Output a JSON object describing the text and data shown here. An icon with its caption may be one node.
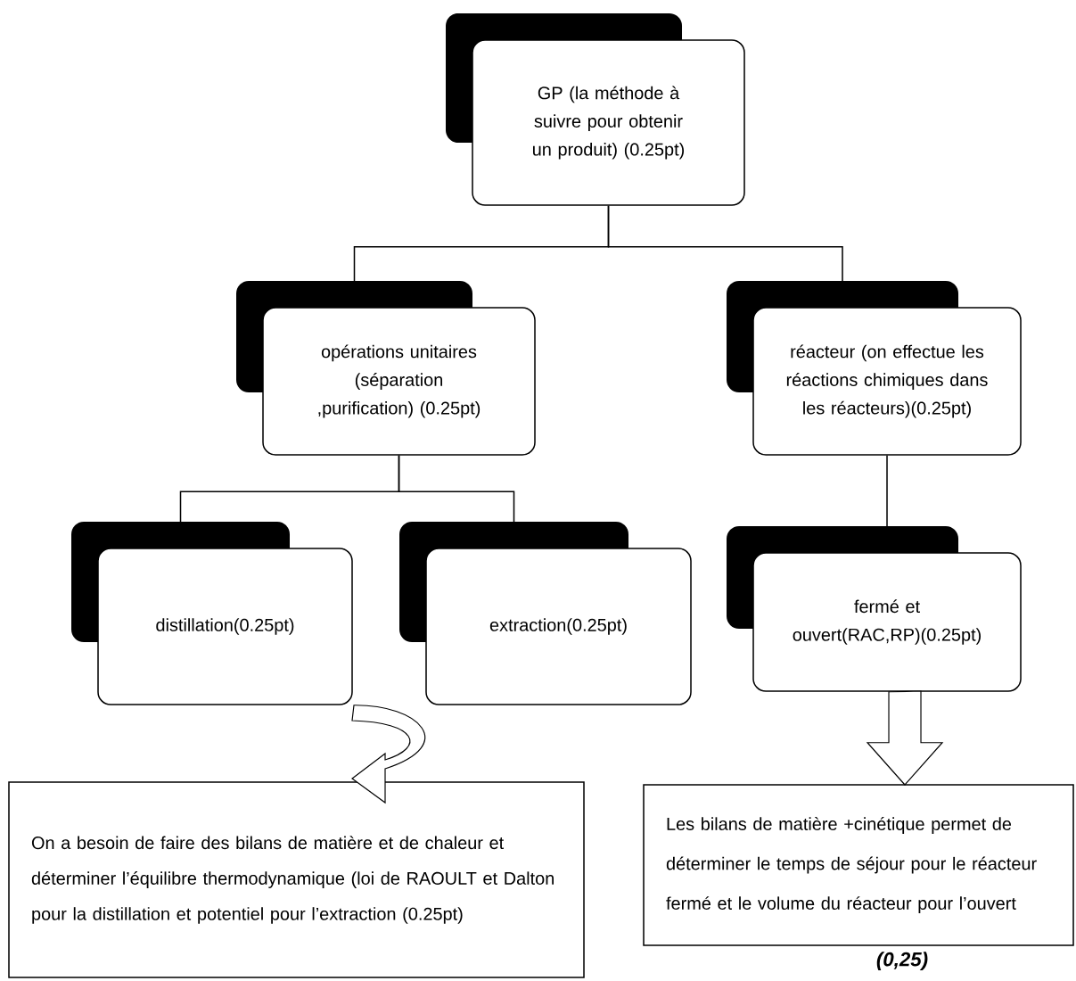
{
  "diagram": {
    "nodes": [
      {
        "text": [
          "GP (la méthode à suivre pour obtenir un produit) (0.25pt)"
        ]
      },
      {
        "text": [
          "opérations unitaires (séparation ,purification) (0.25pt)"
        ]
      },
      {
        "text": [
          "réacteur (on effectue les réactions chimiques dans les réacteurs)(0.25pt)"
        ]
      },
      {
        "text": [
          "distillation(0.25pt)"
        ]
      },
      {
        "text": [
          "extraction(0.25pt)"
        ]
      },
      {
        "text": [
          "fermé et ouvert(RAC,RP)(0.25pt)"
        ]
      },
      {
        "text": [
          "On a  besoin de faire des bilans de matière et de chaleur et déterminer l’équilibre thermodynamique (loi de RAOULT et Dalton pour la distillation  et potentiel pour l’extraction (0.25pt)"
        ]
      },
      {
        "text": [
          "Les bilans de matière +cinétique permet de déterminer le temps de séjour pour le réacteur fermé et le volume du réacteur pour l’ouvert"
        ],
        "beside": [
          "(0,25)"
        ]
      }
    ],
    "edges": [
      {
        "from": 0,
        "to": 1,
        "arrow": "none"
      },
      {
        "from": 0,
        "to": 2,
        "arrow": "none"
      },
      {
        "from": 1,
        "to": 3,
        "arrow": "none"
      },
      {
        "from": 1,
        "to": 4,
        "arrow": "none"
      },
      {
        "from": 2,
        "to": 5,
        "arrow": "none"
      },
      {
        "from": 3,
        "to": 6,
        "arrow": "to"
      },
      {
        "from": 5,
        "to": 7,
        "arrow": "to"
      }
    ]
  }
}
